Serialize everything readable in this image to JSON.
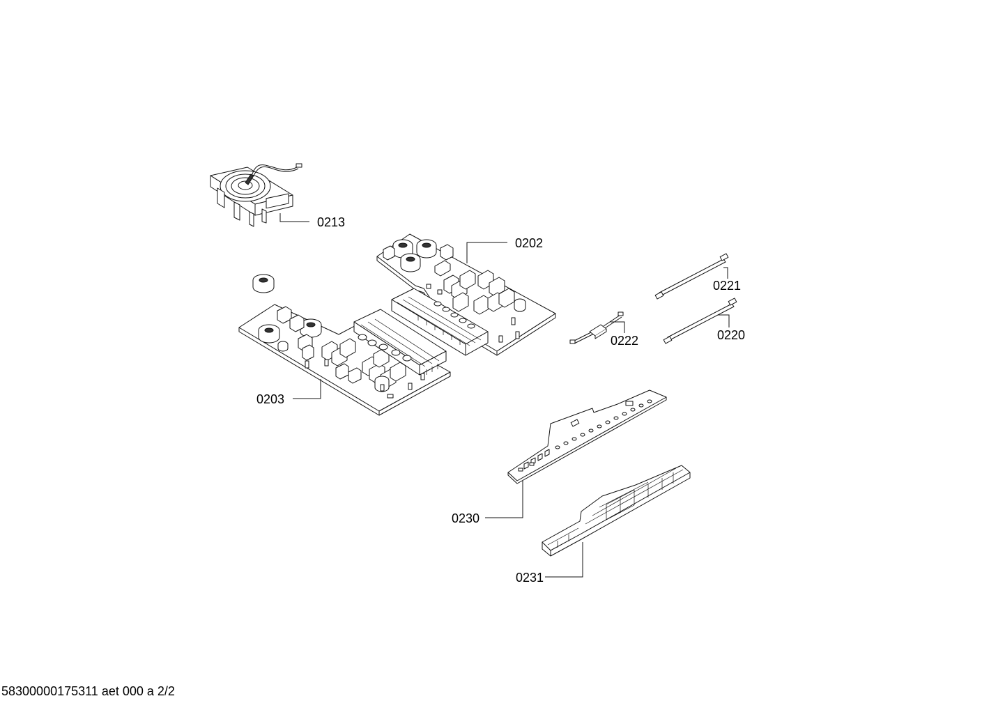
{
  "callouts": {
    "p0213": "0213",
    "p0202": "0202",
    "p0203": "0203",
    "p0221": "0221",
    "p0222": "0222",
    "p0220": "0220",
    "p0230": "0230",
    "p0231": "0231"
  },
  "footer": "58300000175311 aet 000 a 2/2",
  "colors": {
    "line": "#111111",
    "background": "#ffffff"
  }
}
